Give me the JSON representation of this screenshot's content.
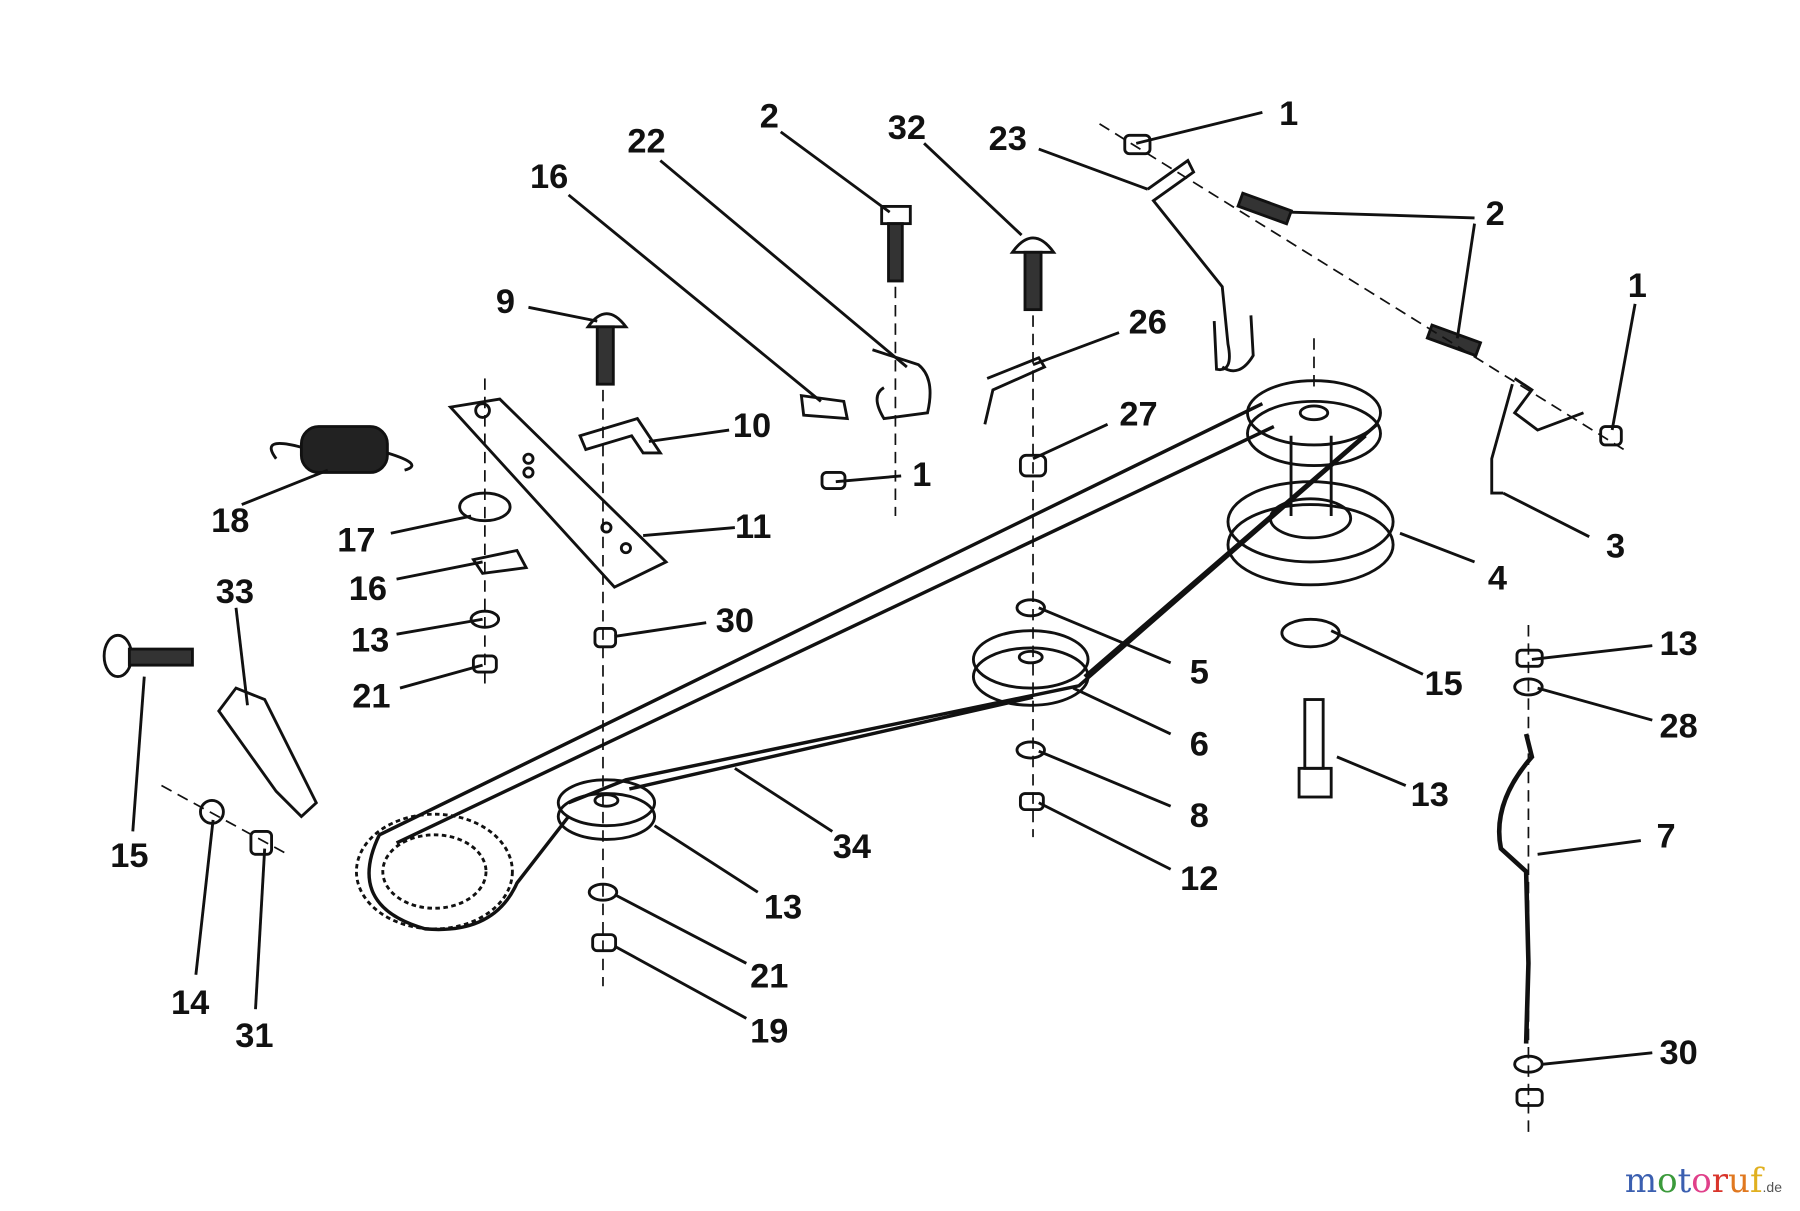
{
  "callouts": [
    "1",
    "2",
    "32",
    "23",
    "22",
    "16",
    "2",
    "1",
    "26",
    "9",
    "27",
    "10",
    "1",
    "18",
    "11",
    "3",
    "17",
    "4",
    "16",
    "33",
    "30",
    "13",
    "13",
    "5",
    "15",
    "21",
    "28",
    "6",
    "13",
    "8",
    "7",
    "34",
    "15",
    "12",
    "13",
    "21",
    "14",
    "19",
    "31",
    "30"
  ],
  "watermark": {
    "name": "motoruf",
    "suffix": ".de",
    "colors": [
      "#3b5fb0",
      "#3b9a3b",
      "#3b5fb0",
      "#e0408a",
      "#d9342b",
      "#e07820",
      "#e0b020"
    ]
  }
}
